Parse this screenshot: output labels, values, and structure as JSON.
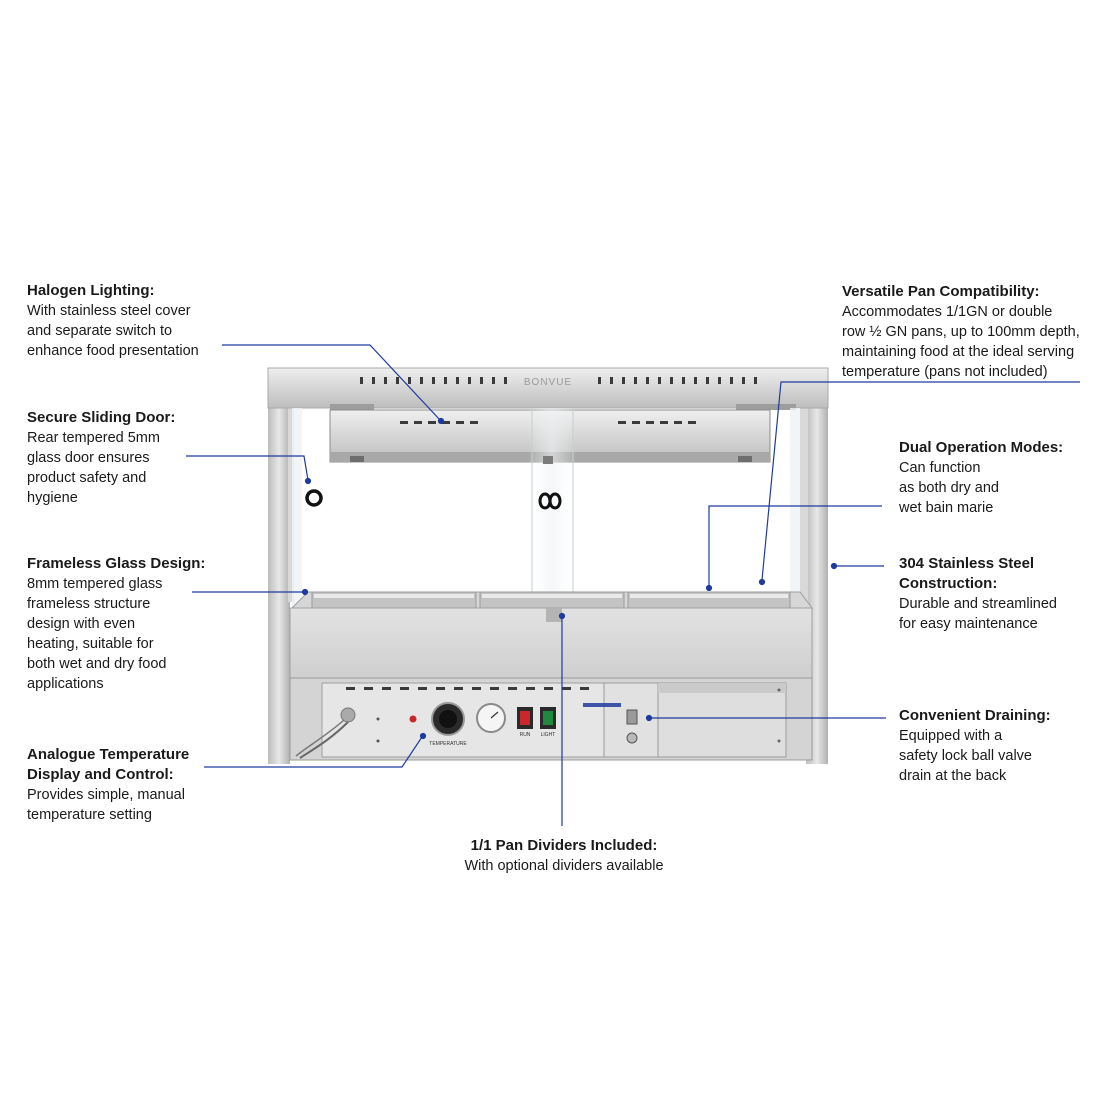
{
  "brand_text": "BONVUE",
  "control_panel": {
    "knob_label": "TEMPERATURE",
    "run_label": "RUN",
    "light_label": "LIGHT"
  },
  "colors": {
    "leader": "#1f3a9c",
    "steel_light": "#e4e4e4",
    "steel_mid": "#c9c9c9",
    "steel_dark": "#8f8f8f",
    "run_switch": "#c9272d",
    "light_switch": "#1f8a3d"
  },
  "callouts": {
    "halogen": {
      "title": "Halogen Lighting:",
      "lines": [
        "With stainless steel cover",
        "and separate switch to",
        "enhance food presentation"
      ]
    },
    "sliding_door": {
      "title": "Secure Sliding Door:",
      "lines": [
        "Rear tempered 5mm",
        "glass door ensures",
        "product safety and",
        "hygiene"
      ]
    },
    "frameless": {
      "title": "Frameless Glass Design:",
      "lines": [
        "8mm tempered glass",
        "frameless structure",
        "design with even",
        "heating, suitable for",
        "both wet and dry food",
        "applications"
      ]
    },
    "analogue": {
      "title_lines": [
        "Analogue Temperature",
        "Display and Control:"
      ],
      "lines": [
        "Provides simple, manual",
        "temperature setting"
      ]
    },
    "pan_compat": {
      "title": "Versatile Pan Compatibility:",
      "lines": [
        "Accommodates 1/1GN or double",
        "row ½ GN pans, up to 100mm depth,",
        "maintaining food at the ideal serving",
        "temperature (pans not included)"
      ]
    },
    "dual_modes": {
      "title": "Dual Operation Modes:",
      "lines": [
        "Can function",
        "as both dry and",
        "wet bain marie"
      ]
    },
    "stainless": {
      "title_lines": [
        "304 Stainless Steel",
        "Construction:"
      ],
      "lines": [
        "Durable and streamlined",
        "for easy maintenance"
      ]
    },
    "draining": {
      "title": "Convenient Draining:",
      "lines": [
        "Equipped with a",
        "safety lock ball valve",
        "drain at the back"
      ]
    },
    "dividers": {
      "title": "1/1 Pan Dividers Included:",
      "lines": [
        "With optional dividers available"
      ]
    }
  }
}
